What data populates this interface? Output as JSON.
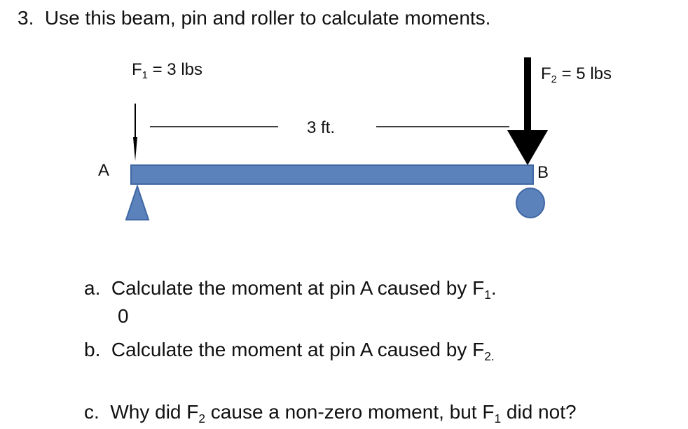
{
  "question": {
    "number": "3.",
    "text": "Use this beam, pin and roller to calculate moments."
  },
  "diagram": {
    "f1_label": {
      "name": "F",
      "sub": "1",
      "rest": " = 3 lbs"
    },
    "f2_label": {
      "name": "F",
      "sub": "2",
      "rest": " = 5 lbs"
    },
    "distance": "3 ft.",
    "point_a": "A",
    "point_b": "B",
    "beam_color": "#5b82bb",
    "beam_stroke": "#3f67a3"
  },
  "parts": [
    {
      "letter": "a.",
      "text": "Calculate the moment at pin A caused by F",
      "sub": "1",
      "tail": ".",
      "answer": "0"
    },
    {
      "letter": "b.",
      "text": "Calculate the moment at pin A caused by F",
      "sub": "2.",
      "tail": ""
    },
    {
      "letter": "c.",
      "text1": "Why did F",
      "sub1": "2",
      "text2": " cause a non-zero moment, but F",
      "sub2": "1",
      "text3": " did not?"
    }
  ]
}
